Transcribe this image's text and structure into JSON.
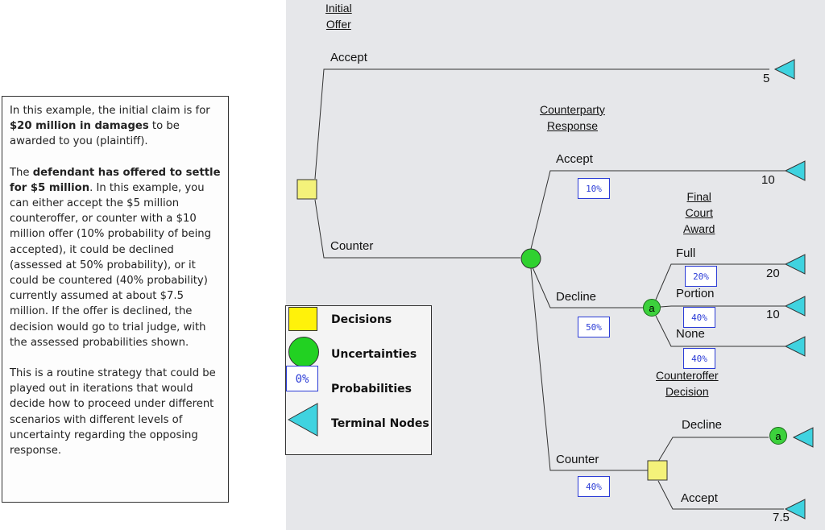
{
  "explanation": {
    "p1_a": "In this example, the initial claim is for ",
    "p1_b": "$20 million in damages",
    "p1_c": " to be awarded to you (plaintiff).",
    "p2_a": "The ",
    "p2_b": "defendant has offered to settle for $5 million",
    "p2_c": ".  In this example, you can either accept the $5 million counteroffer, or counter with a $10 million offer (10% probability of being accepted), it could be declined (assessed at 50% probability), or it could be countered (40% probability) currently assumed at about $7.5 million.  If the offer is declined, the decision would go to trial judge, with the assessed probabilities shown.",
    "p3": "This is a routine strategy that could be played out in iterations that would decide how to proceed under different scenarios with different levels of uncertainty regarding the opposing response."
  },
  "headers": {
    "initial_offer": [
      "Initial",
      "Offer"
    ],
    "counterparty_response": [
      "Counterparty",
      "Response"
    ],
    "final_court_award": [
      "Final",
      "Court",
      "Award"
    ],
    "counteroffer_decision": [
      "Counteroffer",
      "Decision"
    ]
  },
  "branches": {
    "accept_initial": "Accept",
    "counter_initial": "Counter",
    "accept_response": "Accept",
    "decline_response": "Decline",
    "counter_response": "Counter",
    "full": "Full",
    "portion": "Portion",
    "none": "None",
    "decline_counteroffer": "Decline",
    "accept_counteroffer": "Accept"
  },
  "probabilities": {
    "accept_response": "10%",
    "decline_response": "50%",
    "counter_response": "40%",
    "full": "20%",
    "portion": "40%",
    "none": "40%"
  },
  "values": {
    "accept_initial": "5",
    "accept_response": "10",
    "full": "20",
    "portion": "10",
    "accept_counteroffer": "7.5"
  },
  "reference_label": "a",
  "legend": {
    "decisions": "Decisions",
    "uncertainties": "Uncertainties",
    "probabilities": "Probabilities",
    "probability_sample": "0%",
    "terminal_nodes": "Terminal Nodes"
  },
  "colors": {
    "decision": "#f4f27a",
    "chance": "#2fd12f",
    "terminal": "#3fd3e0",
    "probability": "#2a3bd6",
    "canvas": "#e6e7ea"
  }
}
